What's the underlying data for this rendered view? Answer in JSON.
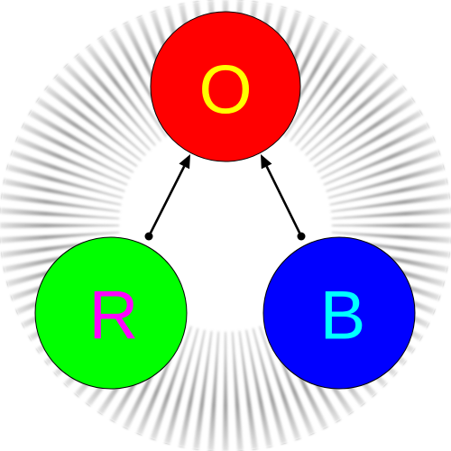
{
  "diagram": {
    "nodes": [
      {
        "id": "O",
        "label": "O",
        "fill": "#ff0000",
        "text_color": "#ffff00"
      },
      {
        "id": "R",
        "label": "R",
        "fill": "#00ff00",
        "text_color": "#ff00ff"
      },
      {
        "id": "B",
        "label": "B",
        "fill": "#0000ff",
        "text_color": "#00ffff"
      }
    ],
    "edges": [
      {
        "from": "R",
        "to": "O"
      },
      {
        "from": "B",
        "to": "O"
      }
    ],
    "colors": {
      "halo": "#808080",
      "outline": "#000000",
      "arrow": "#000000",
      "background": "#ffffff"
    }
  }
}
